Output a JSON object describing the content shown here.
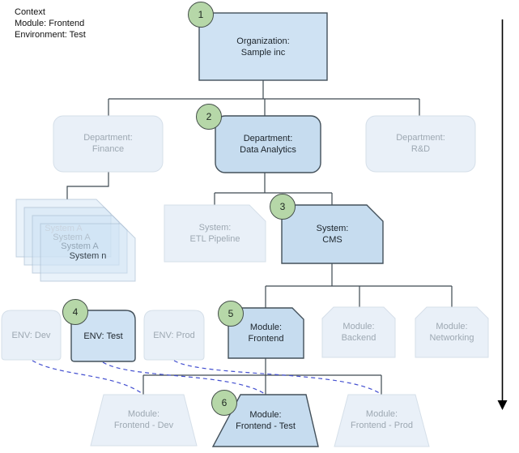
{
  "context": {
    "lines": [
      "Context",
      "Module: Frontend",
      "Environment: Test"
    ]
  },
  "nodes": {
    "organization": {
      "step": "1",
      "title": "Organization:",
      "subtitle": "Sample inc"
    },
    "department_finance": {
      "title": "Department:",
      "subtitle": "Finance"
    },
    "department_data_analytics": {
      "step": "2",
      "title": "Department:",
      "subtitle": "Data Analytics"
    },
    "department_rnd": {
      "title": "Department:",
      "subtitle": "R&D"
    },
    "system_stack": {
      "items": [
        "System A",
        "System A",
        "System A",
        "System n"
      ]
    },
    "system_etl": {
      "title": "System:",
      "subtitle": "ETL Pipeline"
    },
    "system_cms": {
      "step": "3",
      "title": "System:",
      "subtitle": "CMS"
    },
    "env_dev": {
      "label": "ENV: Dev"
    },
    "env_test": {
      "step": "4",
      "label": "ENV: Test"
    },
    "env_prod": {
      "label": "ENV: Prod"
    },
    "module_frontend": {
      "step": "5",
      "title": "Module:",
      "subtitle": "Frontend"
    },
    "module_backend": {
      "title": "Module:",
      "subtitle": "Backend"
    },
    "module_networking": {
      "title": "Module:",
      "subtitle": "Networking"
    },
    "module_frontend_dev": {
      "title": "Module:",
      "subtitle": "Frontend - Dev"
    },
    "module_frontend_test": {
      "step": "6",
      "title": "Module:",
      "subtitle": "Frontend - Test"
    },
    "module_frontend_prod": {
      "title": "Module:",
      "subtitle": "Frontend - Prod"
    }
  },
  "colors": {
    "active_fill": "#cfe2f3",
    "active_fill_strong": "#c6dcef",
    "active_border": "#43505a",
    "faded_fill": "#e9f0f8",
    "faded_border": "#d5dfe9",
    "faded_text": "#9da8b2",
    "step_badge_fill": "#b6d7a8",
    "step_badge_border": "#45504a",
    "connector": "#3e4952",
    "mapping_dash_line": "#4450d0",
    "timeline_arrow": "#000000"
  }
}
